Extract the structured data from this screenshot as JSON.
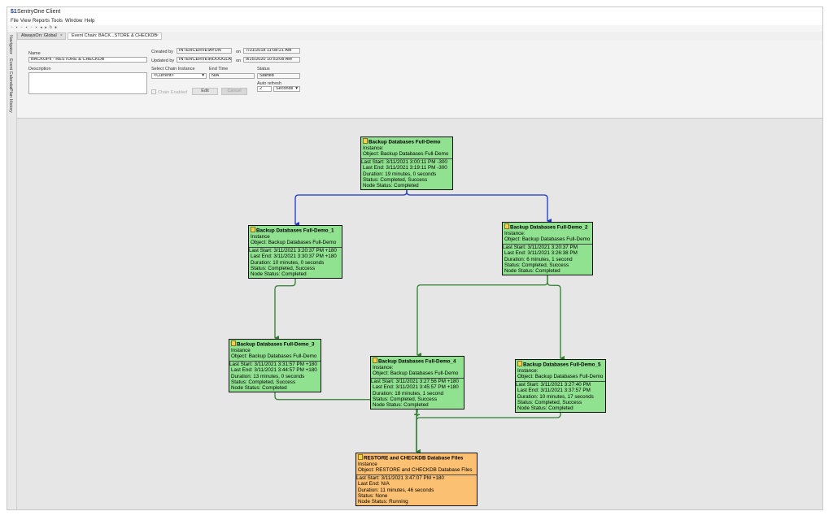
{
  "window": {
    "logo": "$1",
    "title": "SentryOne Client"
  },
  "menu": [
    "File",
    "View",
    "Reports",
    "Tools",
    "Window",
    "Help"
  ],
  "toolbar_icons": [
    "new-icon",
    "open-icon",
    "save-icon",
    "cut-icon",
    "copy-icon",
    "paste-icon",
    "back-icon",
    "forward-icon",
    "refresh-icon",
    "help-icon"
  ],
  "sidebar_tabs": [
    "Navigator",
    "Event Calendar",
    "Plan History"
  ],
  "tabs": [
    {
      "label": "AlwaysOn: Global"
    },
    {
      "label": "Event Chain: BACK...STORE & CHECKDB"
    }
  ],
  "form": {
    "name_label": "Name",
    "name_value": "BACKUPs - RESTORE & CHECKDB",
    "description_label": "Description",
    "created_by_label": "Created by",
    "created_by_value": "INTERCERVE\\AYUN",
    "created_on_label": "on",
    "created_on_value": "7/31/2018 11:08:21 AM",
    "updated_by_label": "Updated by",
    "updated_by_value": "INTERCERVE\\RDOUGLAS",
    "updated_on_label": "on",
    "updated_on_value": "9/25/2020 10:53:08 AM",
    "chain_instance_label": "Select Chain Instance",
    "chain_instance_value": "<Current>",
    "end_time_label": "End Time",
    "end_time_value": "N/A",
    "status_label": "Status",
    "status_value": "Started",
    "auto_refresh_label": "Auto refresh",
    "auto_refresh_value": "2",
    "auto_refresh_unit": "Seconds",
    "chain_enabled_label": "Chain Enabled",
    "edit_button": "Edit",
    "cancel_button": "Cancel"
  },
  "nodes": [
    {
      "id": "n0",
      "color": "green",
      "title": "Backup Databases Full-Demo",
      "instance": "Instance:",
      "object": "Object: Backup Databases Full-Demo",
      "last_start": "Last Start: 3/11/2021 3:00:11 PM -300",
      "last_end": "Last End: 3/11/2021 3:19:11 PM -300",
      "duration": "Duration: 19 minutes, 0 seconds",
      "status": "Status: Completed, Success",
      "node_status": "Node Status: Completed"
    },
    {
      "id": "n1",
      "color": "green",
      "title": "Backup Databases Full-Demo_1",
      "instance": "Instance",
      "object": "Object: Backup Databases Full-Demo",
      "last_start": "Last Start: 3/11/2021 3:20:37 PM +180",
      "last_end": "Last End: 3/11/2021 3:30:37 PM +180",
      "duration": "Duration: 10 minutes, 0 seconds",
      "status": "Status: Completed, Success",
      "node_status": "Node Status: Completed"
    },
    {
      "id": "n2",
      "color": "green",
      "title": "Backup Databases Full-Demo_2",
      "instance": "Instance:",
      "object": "Object: Backup Databases Full-Demo",
      "last_start": "Last Start: 3/11/2021 3:20:37 PM",
      "last_end": "Last End: 3/11/2021 3:26:38 PM",
      "duration": "Duration: 6 minutes, 1 second",
      "status": "Status: Completed, Success",
      "node_status": "Node Status: Completed"
    },
    {
      "id": "n3",
      "color": "green",
      "title": "Backup Databases Full-Demo_3",
      "instance": "Instance",
      "object": "Object: Backup Databases Full-Demo",
      "last_start": "Last Start: 3/11/2021 3:31:57 PM +180",
      "last_end": "Last End: 3/11/2021 3:44:57 PM +180",
      "duration": "Duration: 13 minutes, 0 seconds",
      "status": "Status: Completed, Success",
      "node_status": "Node Status: Completed"
    },
    {
      "id": "n4",
      "color": "green",
      "title": "Backup Databases Full-Demo_4",
      "instance": "Instance:",
      "object": "Object: Backup Databases Full-Demo",
      "last_start": "Last Start: 3/11/2021 3:27:56 PM +180",
      "last_end": "Last End: 3/11/2021 3:45:57 PM +180",
      "duration": "Duration: 18 minutes, 1 second",
      "status": "Status: Completed, Success",
      "node_status": "Node Status: Completed"
    },
    {
      "id": "n5",
      "color": "green",
      "title": "Backup Databases Full-Demo_5",
      "instance": "Instance:",
      "object": "Object: Backup Databases Full-Demo",
      "last_start": "Last Start: 3/11/2021 3:27:40 PM",
      "last_end": "Last End: 3/11/2021 3:37:57 PM",
      "duration": "Duration: 10 minutes, 17 seconds",
      "status": "Status: Completed, Success",
      "node_status": "Node Status: Completed"
    },
    {
      "id": "n6",
      "color": "orange",
      "title": "RESTORE and CHECKDB Database Files",
      "instance": "Instance",
      "object": "Object: RESTORE and CHECKDB Database Files",
      "last_start": "Last Start: 3/11/2021 3:47:07 PM +180",
      "last_end": "Last End: N/A",
      "duration": "Duration: 11 minutes, 46 seconds",
      "status": "Status: None",
      "node_status": "Node Status: Running"
    }
  ],
  "edges": [
    {
      "from": "n0",
      "to": "n1",
      "color": "#1a37c8"
    },
    {
      "from": "n0",
      "to": "n2",
      "color": "#1a37c8"
    },
    {
      "from": "n1",
      "to": "n3",
      "color": "#2f7d2f"
    },
    {
      "from": "n2",
      "to": "n4",
      "color": "#2f7d2f"
    },
    {
      "from": "n2",
      "to": "n5",
      "color": "#2f7d2f"
    },
    {
      "from": "n3",
      "to": "n6",
      "color": "#2f7d2f"
    },
    {
      "from": "n4",
      "to": "n6",
      "color": "#2f7d2f"
    },
    {
      "from": "n5",
      "to": "n6",
      "color": "#2f7d2f"
    }
  ]
}
